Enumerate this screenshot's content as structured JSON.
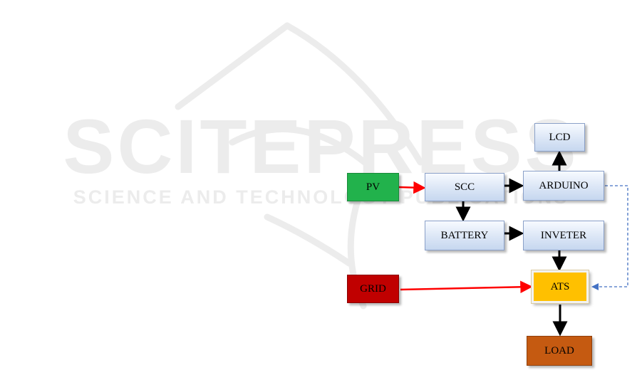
{
  "watermark": {
    "title": "SCITEPRESS",
    "subtitle": "SCIENCE AND TECHNOLOGY PUBLICATIONS"
  },
  "blocks": {
    "pv": "PV",
    "scc": "SCC",
    "arduino": "ARDUINO",
    "lcd": "LCD",
    "battery": "BATTERY",
    "inverter": "INVETER",
    "grid": "GRID",
    "ats": "ATS",
    "load": "LOAD"
  },
  "colors": {
    "pv": "#22b24c",
    "grid": "#c00000",
    "ats": "#ffc000",
    "load": "#c55a11",
    "power_arrow": "#ff0000",
    "flow_arrow": "#000000",
    "control_link": "#4472c4"
  },
  "connections": [
    {
      "from": "PV",
      "to": "SCC",
      "style": "solid-red"
    },
    {
      "from": "SCC",
      "to": "ARDUINO",
      "style": "solid-black"
    },
    {
      "from": "ARDUINO",
      "to": "LCD",
      "style": "solid-black"
    },
    {
      "from": "SCC",
      "to": "BATTERY",
      "style": "solid-black"
    },
    {
      "from": "BATTERY",
      "to": "INVETER",
      "style": "solid-black"
    },
    {
      "from": "INVETER",
      "to": "ATS",
      "style": "solid-black"
    },
    {
      "from": "GRID",
      "to": "ATS",
      "style": "solid-red"
    },
    {
      "from": "ATS",
      "to": "LOAD",
      "style": "solid-black"
    },
    {
      "from": "ARDUINO",
      "to": "ATS",
      "style": "dashed-blue"
    }
  ]
}
